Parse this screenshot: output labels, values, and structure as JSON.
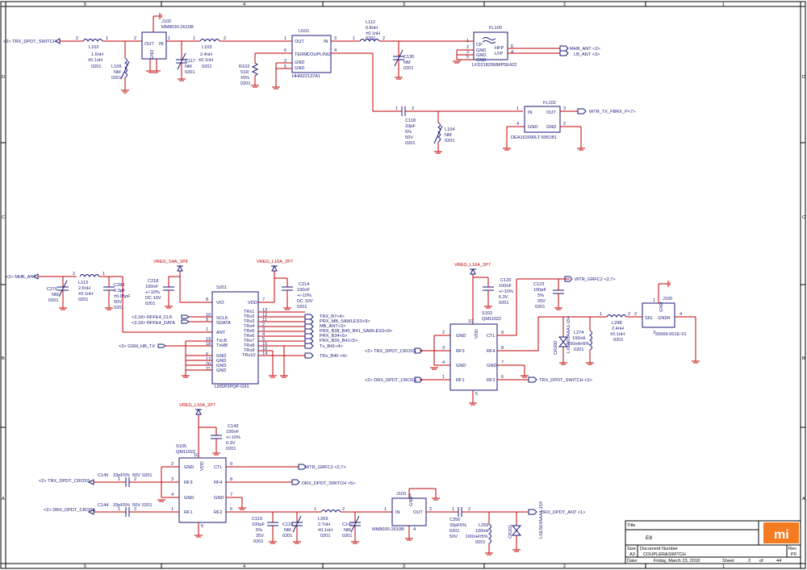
{
  "frame": {
    "cols_top": [
      "5",
      "4",
      "3",
      "2",
      "1"
    ],
    "cols_bottom": [
      "5",
      "4",
      "3",
      "2",
      "1"
    ],
    "rows": [
      "D",
      "C",
      "B",
      "A"
    ]
  },
  "title_block": {
    "title_label": "Title",
    "title": "E8",
    "size_label": "Size",
    "size": "A3",
    "docnum_label": "Document Number",
    "docnum": "COUPLER&SWITCH",
    "rev_label": "Rev",
    "rev": "P0",
    "date_label": "Date:",
    "date": "Friday, March 23, 2018",
    "sheet_label": "Sheet",
    "sheet": "2",
    "of_label": "of",
    "total": "44",
    "logo": "mi"
  },
  "nets": {
    "trx_dpdt_switch_in": "<2> TRX_DPDT_SWITCH",
    "mhb_ant_out": "MHB_ANT <2>",
    "lb_ant_out": "LB_ANT <3>",
    "wtr_tx_fbrx": "WTR_TX_FBRX_P<7>",
    "mhb_ant_in": "<2> MHB_ANT",
    "vreg_s4a": "VREG_S4A_1P8",
    "vreg_l16a_1": "VREG_L16A_2P7",
    "vreg_l16a_2": "VREG_L16A_2P7",
    "vreg_l16a_3": "VREG_L16A_2P7",
    "rffe4_clk": "<3,18> RFFE4_CLK",
    "rffe4_data": "<3,18> RFFE4_DATA",
    "gsm_hb_tx": "<3> GSM_HB_TX",
    "trx_b7": "TRX_B7<4>",
    "prx_mb": "PRX_MB_SAWLESS<9>",
    "mb_ant": "MB_ANT<3>",
    "prx_b38": "PRX_B38_B40_B41_SAWLESS<9>",
    "prx_b34": "PRX_B34<5>",
    "prx_b39": "PRX_B39_B41<5>",
    "tx_b41": "Tx_B41<4>",
    "trx_b40": "TRx_B40 <4>",
    "wtr_grfc2_a": "WTR_GRFC2 <2,7>",
    "trx_dpdt_cross_a": "<2> TRX_DPDT_CROSS",
    "drx_dpdt_cross_a": "<2> DRX_DPDT_CROSS",
    "trx_dpdt_switch_out": "TRX_DPDT_SWITCH <2>",
    "trx_dpdt_cross_b": "<2> TRX_DPDT_CROSS",
    "drx_dpdt_cross_b": "<2> DRX_DPDT_CROSS",
    "wtr_grfc2_b": "WTR_GRFC2 <2,7>",
    "drx_dpdt_switch": "DRX_DPDT_SWITCH <5>",
    "drx_dpdt_ant": "DRX_DPDT_ANT <1>"
  },
  "parts": {
    "j102": {
      "ref": "J102",
      "val": "MM8030-2610B",
      "out": "OUT",
      "in": "IN",
      "gnd": "GND",
      "p1": "1",
      "p2": "2",
      "p3": "3",
      "p4": "4"
    },
    "l102": {
      "ref": "L102",
      "val": "1.6nH",
      "tol": "±0.1nH",
      "pkg": "0201",
      "p1": "1",
      "p2": "2"
    },
    "l109": {
      "ref": "L109",
      "val": "NM",
      "pkg": "0201",
      "p1": "1",
      "p2": "2"
    },
    "c117": {
      "ref": "C117",
      "val": "NM",
      "pkg": "0201",
      "p1": "1",
      "p2": "2"
    },
    "l103": {
      "ref": "L103",
      "val": "2.4nH",
      "tol": "±0.1nH",
      "pkg": "0201",
      "p1": "1",
      "p2": "2"
    },
    "u101": {
      "ref": "U101",
      "val": "HHM22137A1",
      "out": "OUT",
      "in": "IN",
      "term": "TERM",
      "coupling": "COUPLING",
      "gnd": "GND",
      "p1": "1",
      "p3": "3",
      "p4": "4",
      "p5": "5",
      "p2": "2",
      "p6": "6"
    },
    "r102": {
      "ref": "R102",
      "val": "51R",
      "tol": "±5%",
      "pkg": "0201",
      "p1": "1",
      "p2": "2"
    },
    "l112": {
      "ref": "L112",
      "val": "0.8nH",
      "tol": "±0.1nH",
      "pkg": "0201",
      "p1": "1",
      "p2": "2"
    },
    "c130": {
      "ref": "C130",
      "val": "NM",
      "pkg": "0201",
      "p1": "1",
      "p2": "2"
    },
    "fl100": {
      "ref": "FL100",
      "val": "LFD21829MMP5E422",
      "cp": "CP",
      "hfp": "HFP",
      "lfp": "LFP",
      "gnd": "GND",
      "p1": "1",
      "p2": "2",
      "p3": "3",
      "p4": "4",
      "p5": "5",
      "p6": "6"
    },
    "c118": {
      "ref": "C118",
      "val": "33pF",
      "tol": "5%",
      "v": "50V",
      "pkg": "0201",
      "p1": "1",
      "p2": "2"
    },
    "l104": {
      "ref": "L104",
      "val": "NM",
      "pkg": "0201",
      "p1": "1",
      "p2": "2"
    },
    "fl102": {
      "ref": "FL102",
      "val": "DEA162690LT-5051B1",
      "in": "IN",
      "out": "OUT",
      "gnd": "GND",
      "p1": "1",
      "p3": "3",
      "p4": "4",
      "p2": "2"
    },
    "c276": {
      "ref": "C276",
      "val": "NM",
      "pkg": "0201",
      "p1": "1",
      "p2": "2"
    },
    "l113": {
      "ref": "L113",
      "val": "2.6nH",
      "tol": "±0.1nH",
      "pkg": "0201",
      "p1": "1",
      "p2": "2"
    },
    "c284": {
      "ref": "C284",
      "val": "0.3pF",
      "tol": "±0.05pF",
      "v": "50V",
      "pkg": "0201",
      "p1": "1",
      "p2": "2"
    },
    "c218": {
      "ref": "C218",
      "val": "100nF",
      "tol": "+/-10%",
      "v": "DC 10V",
      "pkg": "0201",
      "p1": "1",
      "p2": "2"
    },
    "c214": {
      "ref": "C214",
      "val": "100nF",
      "tol": "+/-10%",
      "v": "DC 10V",
      "pkg": "0201",
      "p1": "1",
      "p2": "2"
    },
    "s201": {
      "ref": "S201",
      "val": "LMSP2PQP-G91",
      "vio": "VIO",
      "vdd": "VDD",
      "sclk": "SCLK",
      "sdata": "SDATA",
      "ant": "ANT",
      "txlb": "TxLB",
      "txhb": "TxHB",
      "gnd": [
        "GND",
        "GND",
        "GND",
        "GND"
      ],
      "trx": [
        "TRx1",
        "TRx2",
        "TRx3",
        "TRx4",
        "TRx5",
        "TRx6",
        "TRx7",
        "TRx8",
        "TRx9",
        "TRx10"
      ],
      "lpins": [
        "8",
        "10",
        "9",
        "1",
        "19",
        "18",
        "6",
        "17",
        "20",
        "21"
      ],
      "rpins": [
        "13",
        "12",
        "11",
        "2",
        "3",
        "4",
        "5",
        "15",
        "16",
        "14"
      ],
      "p7": "7"
    },
    "c120": {
      "ref": "C120",
      "val": "100nF",
      "tol": "+/-10%",
      "v": "6.3V",
      "pkg": "0201",
      "p1": "1",
      "p2": "2"
    },
    "c123": {
      "ref": "C123",
      "val": "100pF",
      "tol": "5%",
      "v": "25V",
      "pkg": "0201",
      "p1": "1",
      "p2": "2"
    },
    "s102": {
      "ref": "S102",
      "val": "QM11022",
      "gnd": "GND",
      "rf3": "RF3",
      "rf1": "RF1",
      "ctl": "CTL",
      "rf4": "RF4",
      "rf2": "RF2",
      "vdd": "VDD",
      "p10": "10",
      "p1": "1",
      "p2": "2",
      "p3": "3",
      "p4": "4",
      "p5": "5",
      "p6": "6",
      "p7": "7",
      "p8": "8",
      "p9": "9"
    },
    "cr200": {
      "ref": "CR200",
      "val": "LXES03AAA1-154"
    },
    "l274": {
      "ref": "L274",
      "val": "100nH",
      "tol": "100nH±5%",
      "pkg": "0201",
      "p1": "1",
      "p2": "2"
    },
    "l298": {
      "ref": "L298",
      "val": "2.4nH",
      "tol": "±0.1nH",
      "pkg": "0201",
      "p1": "1",
      "p2": "2"
    },
    "j100": {
      "ref": "J100",
      "val": "20566-001E-01",
      "sig": "SIG",
      "gnd": "GND",
      "gnd4": "4",
      "p2": "2",
      "p1": "1",
      "p3": "3",
      "p4": "4"
    },
    "c143": {
      "ref": "C143",
      "val": "100nF",
      "tol": "+/-10%",
      "v": "6.3V",
      "pkg": "0201",
      "p1": "1",
      "p2": "2"
    },
    "s105": {
      "ref": "S105",
      "val": "QM11022",
      "gnd": "GND",
      "rf3": "RF3",
      "rf1": "RF1",
      "ctl": "CTL",
      "rf4": "RF4",
      "rf2": "RF2",
      "vdd": "VDD",
      "p10": "10",
      "p1": "1",
      "p2": "2",
      "p3": "3",
      "p4": "4",
      "p5": "5",
      "p6": "6",
      "p7": "7",
      "p8": "8",
      "p9": "9"
    },
    "c145": {
      "ref": "C145",
      "val": "33pF5%",
      "v": "50V",
      "pkg": "0201",
      "p1": "1",
      "p2": "2"
    },
    "c144": {
      "ref": "C144",
      "val": "33pF5%",
      "v": "50V",
      "pkg": "0201",
      "p1": "1",
      "p2": "2"
    },
    "c119": {
      "ref": "C119",
      "val": "100pF",
      "tol": "5%",
      "v": "25V",
      "pkg": "0201",
      "p1": "1",
      "p2": "2"
    },
    "c124": {
      "ref": "C124",
      "val": "NM",
      "pkg": "0201",
      "p1": "1",
      "p2": "2"
    },
    "l269": {
      "ref": "L269",
      "val": "2.7nH",
      "tol": "±0.1nH",
      "pkg": "0201",
      "p1": "1",
      "p2": "2"
    },
    "c147": {
      "ref": "C147",
      "val": "NM",
      "pkg": "0201",
      "p1": "1",
      "p2": "2"
    },
    "j103": {
      "ref": "J103",
      "val": "MM8030-2610B",
      "in": "IN",
      "out": "OUT",
      "gnd": "GND",
      "p1": "1",
      "p2": "2",
      "p3": "3",
      "p4": "4"
    },
    "c256": {
      "ref": "C256",
      "val": "33pF5%",
      "pkg": "0201",
      "v": "50V",
      "p1": "1",
      "p2": "2"
    },
    "l259": {
      "ref": "L259",
      "val": "100nH",
      "tol": "100nH±5%",
      "pkg": "0201",
      "p1": "1",
      "p2": "2"
    },
    "cr201": {
      "ref": "CR201",
      "val": "LXES03AAA1-154"
    }
  }
}
